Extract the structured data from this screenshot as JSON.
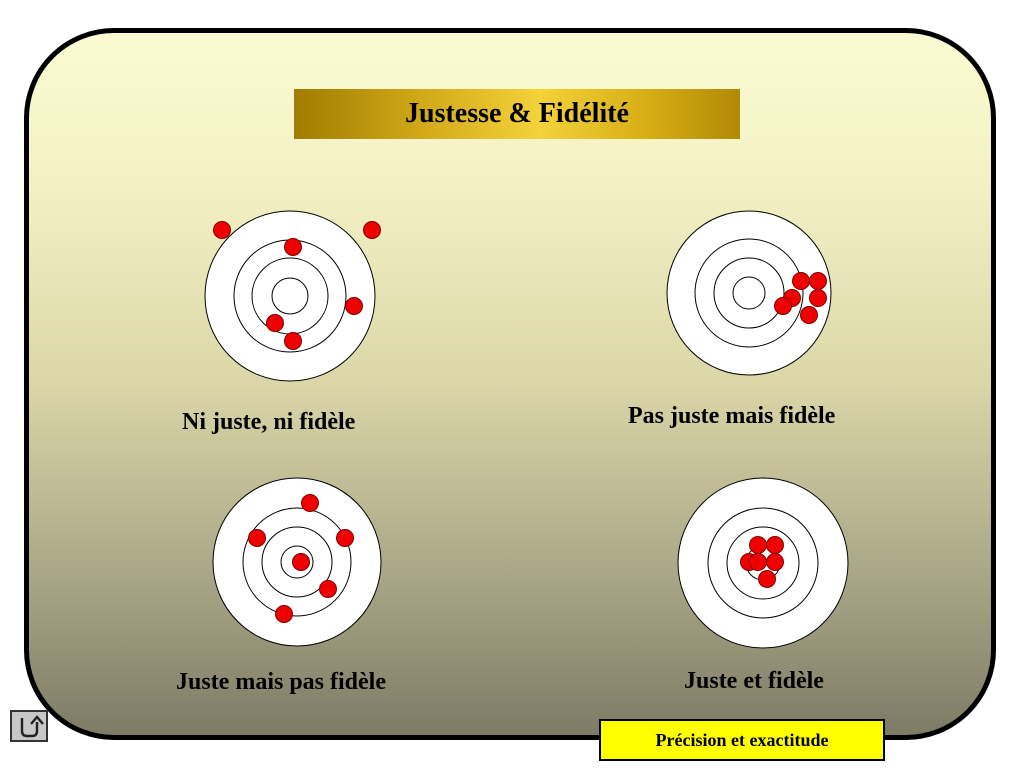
{
  "title": "Justesse & Fidélité",
  "targets": [
    {
      "label": "Ni juste, ni fidèle"
    },
    {
      "label": "Pas juste mais fidèle"
    },
    {
      "label": "Juste mais pas fidèle"
    },
    {
      "label": "Juste et fidèle"
    }
  ],
  "footer": {
    "label": "Précision et exactitude"
  },
  "icons": {
    "back": "return-arrow-icon"
  },
  "colors": {
    "shot": "#ee0000",
    "title_bar": "#d4aa1a",
    "footer_box": "#ffff00",
    "frame_top": "#fbfbd2",
    "frame_bottom": "#7e7b66"
  }
}
